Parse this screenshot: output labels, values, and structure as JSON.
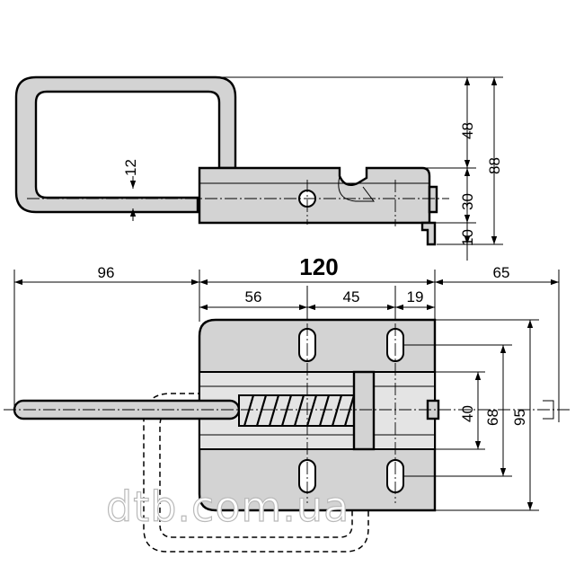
{
  "dimensions": {
    "top_view": {
      "pin_diameter": "12",
      "total_height": "88",
      "handle_height": "48",
      "body_height": "30",
      "bracket_offset": "10"
    },
    "front_view": {
      "pin_length": "96",
      "body_length": "120",
      "bolt_travel": "65",
      "hole_spacing_1": "56",
      "hole_spacing_2": "45",
      "edge_offset": "19",
      "height_inner": "40",
      "height_mid": "68",
      "height_outer": "95"
    }
  },
  "watermark": "dtb.com.ua",
  "colors": {
    "part_fill": "#d3d3d3",
    "line": "#000000",
    "background": "#ffffff"
  }
}
